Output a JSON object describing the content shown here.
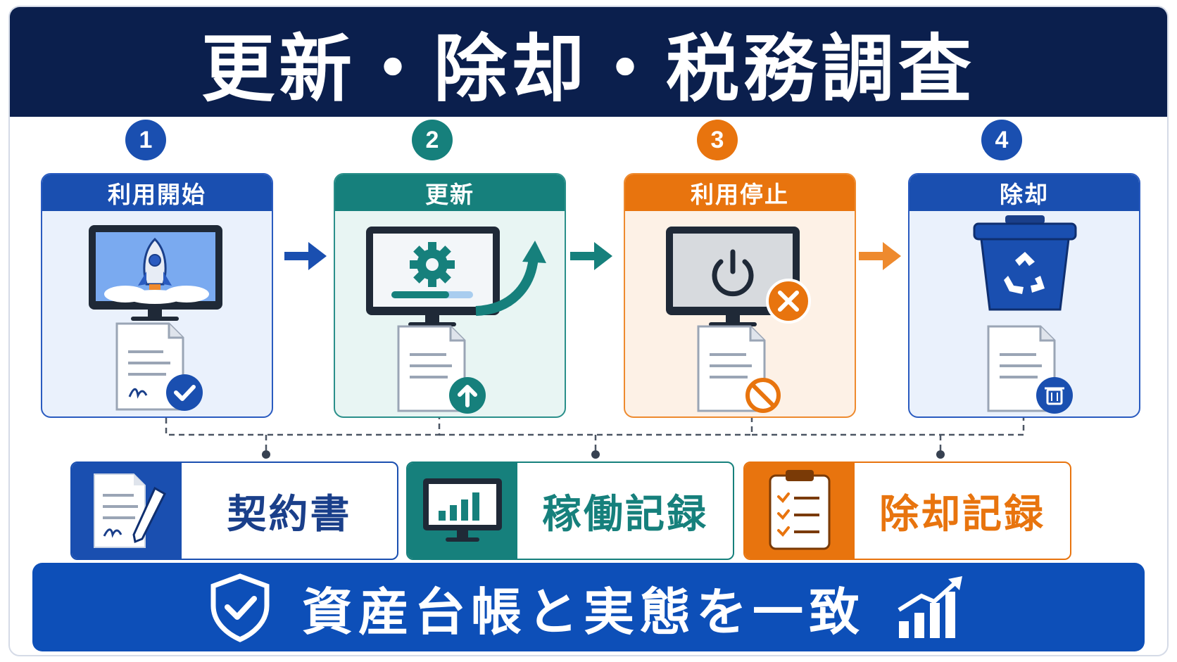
{
  "title": "更新・除却・税務調査",
  "steps": [
    {
      "number": "1",
      "label": "利用開始",
      "color": "#1a4fb0",
      "bg": "#eaf1fc",
      "border": "#2a5bc0"
    },
    {
      "number": "2",
      "label": "更新",
      "color": "#16807c",
      "bg": "#e8f5f3",
      "border": "#2a8f8a"
    },
    {
      "number": "3",
      "label": "利用停止",
      "color": "#e8740e",
      "bg": "#fdf1e6",
      "border": "#ee8a2e"
    },
    {
      "number": "4",
      "label": "除却",
      "color": "#1a4fb0",
      "bg": "#eaf1fc",
      "border": "#2a5bc0"
    }
  ],
  "records": [
    {
      "label": "契約書",
      "color": "#1a4fb0"
    },
    {
      "label": "稼働記録",
      "color": "#16807c"
    },
    {
      "label": "除却記録",
      "color": "#e8740e"
    }
  ],
  "bottom": {
    "label": "資産台帳と実態を一致",
    "color": "#0d4fb8"
  },
  "icons": {
    "step1": "rocket-monitor-icon",
    "step2": "gear-monitor-update-icon",
    "step3": "power-monitor-stop-icon",
    "step4": "recycle-bin-icon",
    "bottom_left": "shield-check-icon",
    "bottom_right": "growth-chart-icon"
  }
}
